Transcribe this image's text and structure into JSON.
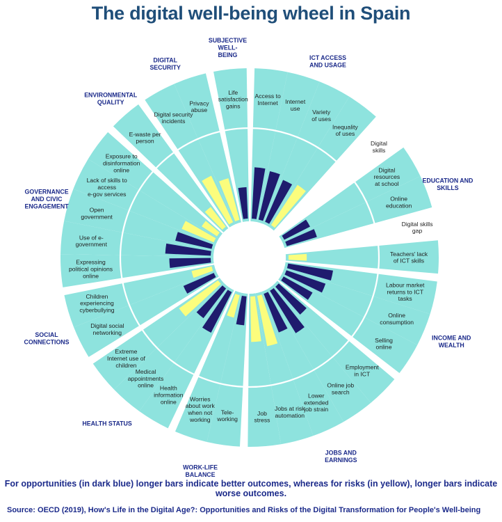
{
  "title": "The digital well-being wheel in Spain",
  "note": "For opportunities (in dark blue) longer bars indicate better outcomes, whereas for risks (in yellow), longer bars indicate worse outcomes.",
  "source": "Source: OECD (2019), How's Life in the Digital Age?: Opportunities and Risks of the Digital Transformation for People's Well-being",
  "colors": {
    "opportunity": "#1f1b6e",
    "risk": "#fbfd7d",
    "panel": "#8ee3de",
    "ring": "#ffffff",
    "category_text": "#1b2a8a",
    "indicator_text": "#222222"
  },
  "chart_data": {
    "type": "bar",
    "layout": "radial",
    "value_range": [
      0,
      1
    ],
    "categories": [
      {
        "name": [
          "ICT ACCESS",
          "AND USAGE"
        ],
        "indicators": [
          {
            "label": [
              "Access to",
              "Internet"
            ],
            "kind": "opportunity",
            "value": 0.62
          },
          {
            "label": [
              "Internet",
              "use"
            ],
            "kind": "opportunity",
            "value": 0.6
          },
          {
            "label": [
              "Variety",
              "of uses"
            ],
            "kind": "opportunity",
            "value": 0.55
          },
          {
            "label": [
              "Inequality",
              "of uses"
            ],
            "kind": "risk",
            "value": 0.58
          }
        ]
      },
      {
        "name": [
          "EDUCATION AND",
          "SKILLS"
        ],
        "indicators": [
          {
            "label": [
              "Digital",
              "skills"
            ],
            "kind": "opportunity",
            "value": 0.0
          },
          {
            "label": [
              "Digital",
              "resources",
              "at school"
            ],
            "kind": "opportunity",
            "value": 0.35
          },
          {
            "label": [
              "Online",
              "education"
            ],
            "kind": "opportunity",
            "value": 0.38
          },
          {
            "label": [
              "Digital skills",
              "gap"
            ],
            "kind": "risk",
            "value": 0.0
          },
          {
            "label": [
              "Teachers' lack",
              "of ICT skills"
            ],
            "kind": "risk",
            "value": 0.22
          }
        ]
      },
      {
        "name": [
          "INCOME AND",
          "WEALTH"
        ],
        "indicators": [
          {
            "label": [
              "Labour market",
              "returns to ICT",
              "tasks"
            ],
            "kind": "opportunity",
            "value": 0.55
          },
          {
            "label": [
              "Online",
              "consumption"
            ],
            "kind": "opportunity",
            "value": 0.5
          },
          {
            "label": [
              "Selling",
              "online"
            ],
            "kind": "opportunity",
            "value": 0.4
          }
        ]
      },
      {
        "name": [
          "JOBS AND",
          "EARNINGS"
        ],
        "indicators": [
          {
            "label": [
              "Employment",
              "in ICT"
            ],
            "kind": "opportunity",
            "value": 0.45
          },
          {
            "label": [
              "Online job",
              "search"
            ],
            "kind": "opportunity",
            "value": 0.6
          },
          {
            "label": [
              "Lower",
              "extended",
              "job strain"
            ],
            "kind": "opportunity",
            "value": 0.5
          },
          {
            "label": [
              "Jobs at risk",
              "automation"
            ],
            "kind": "risk",
            "value": 0.62
          },
          {
            "label": [
              "Job",
              "stress"
            ],
            "kind": "risk",
            "value": 0.55
          }
        ]
      },
      {
        "name": [
          "WORK-LIFE",
          "BALANCE"
        ],
        "indicators": [
          {
            "label": [
              "Tele-",
              "working"
            ],
            "kind": "opportunity",
            "value": 0.35
          },
          {
            "label": [
              "Worries",
              "about work",
              "when not",
              "working"
            ],
            "kind": "risk",
            "value": 0.28
          }
        ]
      },
      {
        "name": [
          "HEALTH STATUS"
        ],
        "indicators": [
          {
            "label": [
              "Health",
              "information",
              "online"
            ],
            "kind": "opportunity",
            "value": 0.55
          },
          {
            "label": [
              "Medical",
              "appointments",
              "online"
            ],
            "kind": "opportunity",
            "value": 0.45
          },
          {
            "label": [
              "Extreme",
              "Internet use of",
              "children"
            ],
            "kind": "risk",
            "value": 0.58
          }
        ]
      },
      {
        "name": [
          "SOCIAL",
          "CONNECTIONS"
        ],
        "indicators": [
          {
            "label": [
              "Digital social",
              "networking"
            ],
            "kind": "opportunity",
            "value": 0.4
          },
          {
            "label": [
              "Children",
              "experiencing",
              "cyberbullying"
            ],
            "kind": "risk",
            "value": 0.25
          }
        ]
      },
      {
        "name": [
          "GOVERNANCE",
          "AND CIVIC",
          "ENGAGEMENT"
        ],
        "indicators": [
          {
            "label": [
              "Expressing",
              "political opinions",
              "online"
            ],
            "kind": "opportunity",
            "value": 0.5
          },
          {
            "label": [
              "Use of e-",
              "government"
            ],
            "kind": "opportunity",
            "value": 0.55
          },
          {
            "label": [
              "Open",
              "government"
            ],
            "kind": "opportunity",
            "value": 0.45
          },
          {
            "label": [
              "Lack of skills to",
              "access",
              "e-gov services"
            ],
            "kind": "risk",
            "value": 0.42
          },
          {
            "label": [
              "Exposure to",
              "disinformation",
              "online"
            ],
            "kind": "risk",
            "value": 0.22
          }
        ]
      },
      {
        "name": [
          "ENVIRONMENTAL",
          "QUALITY"
        ],
        "indicators": [
          {
            "label": [
              "E-waste per",
              "person"
            ],
            "kind": "risk",
            "value": 0.3
          }
        ]
      },
      {
        "name": [
          "DIGITAL",
          "SECURITY"
        ],
        "indicators": [
          {
            "label": [
              "Digital security",
              "incidents"
            ],
            "kind": "risk",
            "value": 0.62
          },
          {
            "label": [
              "Privacy",
              "abuse"
            ],
            "kind": "risk",
            "value": 0.52
          }
        ]
      },
      {
        "name": [
          "SUBJECTIVE",
          "WELL-",
          "BEING"
        ],
        "indicators": [
          {
            "label": [
              "Life",
              "satisfaction",
              "gains"
            ],
            "kind": "opportunity",
            "value": 0.38
          }
        ]
      }
    ]
  }
}
